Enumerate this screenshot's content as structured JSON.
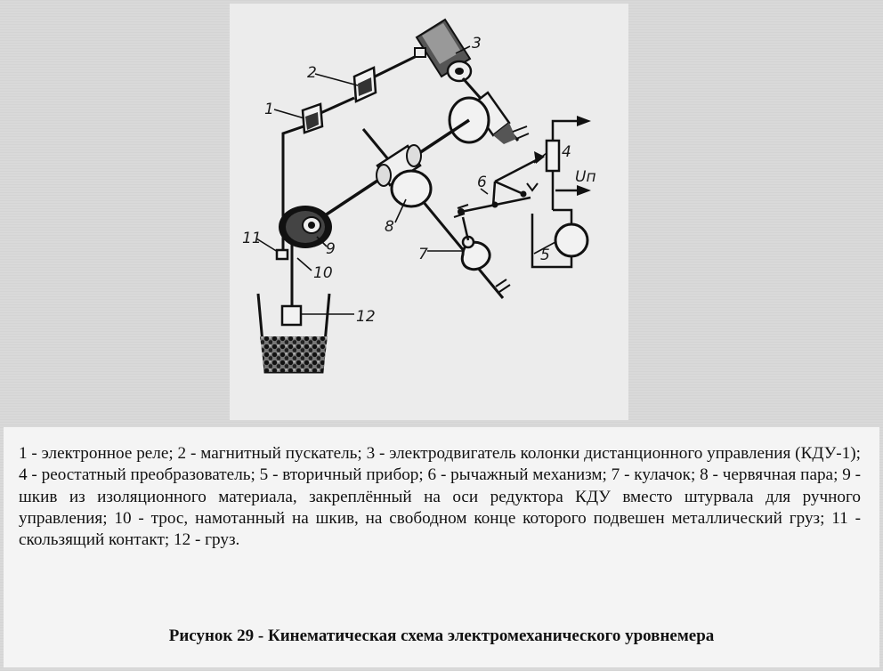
{
  "diagram": {
    "labels": {
      "l1": "1",
      "l2": "2",
      "l3": "3",
      "l4": "4",
      "l5": "5",
      "l6": "6",
      "l7": "7",
      "l8": "8",
      "l9": "9",
      "l10": "10",
      "l11": "11",
      "l12": "12",
      "voltage": "Uп"
    }
  },
  "legend": {
    "text": "1 - электронное реле; 2 - магнитный пускатель; 3 - электродвигатель колонки дистанционного управления (КДУ-1); 4 - реостатный преобразователь; 5 - вторичный прибор; 6 - рычажный механизм; 7 - кулачок; 8 - червячная пара; 9 - шкив из изоляционного материала, закреплённый на оси редуктора КДУ вместо штурвала для ручного управления; 10 - трос, намотанный на шкив, на свободном конце которого подвешен металлический груз; 11 - скользящий контакт; 12 - груз."
  },
  "caption": "Рисунок 29 - Кинематическая схема электромеханического уровнемера"
}
